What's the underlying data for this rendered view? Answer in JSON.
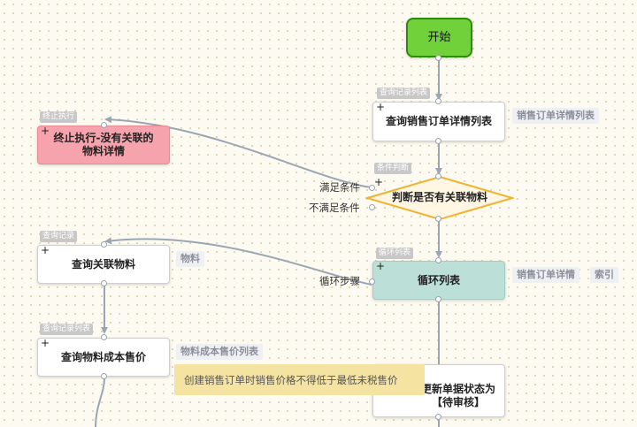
{
  "nodes": {
    "start": "开始",
    "query_order_detail": "查询销售订单详情列表",
    "terminate": "终止执行-没有关联的物料详情",
    "condition": "判断是否有关联物料",
    "query_material": "查询关联物料",
    "loop_list": "循环列表",
    "query_cost": "查询物料成本售价",
    "update_status": "更新单据状态为【待审核】"
  },
  "tags": {
    "query_record_list_1": "查询记录列表",
    "terminate_exec": "终止执行",
    "condition_check": "条件判断",
    "query_record": "查询记录",
    "loop_list": "循环列表",
    "query_record_list_2": "查询记录列表"
  },
  "side_labels": {
    "order_detail_list": "销售订单详情列表",
    "material": "物料",
    "order_detail": "销售订单详情",
    "index": "索引",
    "cost_price_list": "物料成本售价列表"
  },
  "ports": {
    "satisfied": "满足条件",
    "not_satisfied": "不满足条件",
    "loop_step": "循环步骤"
  },
  "tooltip": "创建销售订单时销售价格不得低于最低未税售价",
  "colors": {
    "start_fill": "#70d13a",
    "start_border": "#2e8a0f",
    "terminate_fill": "#f7a3ad",
    "loop_fill": "#bcdfd8",
    "condition_fill": "#fff6e3",
    "condition_border": "#f0b332",
    "tooltip_fill": "#f5e3a1",
    "edge": "#9aa6b4"
  }
}
